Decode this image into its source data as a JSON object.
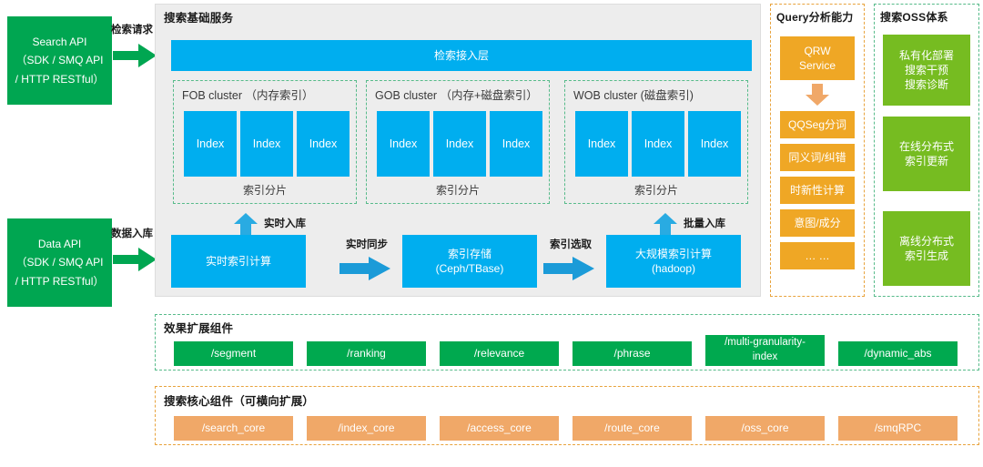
{
  "colors": {
    "green": "#00A651",
    "blue": "#00AEEF",
    "grass": "#76BC21",
    "orange": "#EFA725",
    "peach": "#F0A868",
    "emerald": "#00A94F",
    "panel_gray": "#EDEDED",
    "dashed_green": "#57BB8A",
    "dashed_orange": "#E8A33D"
  },
  "left_apis": [
    {
      "name": "search-api",
      "lines": [
        "Search API",
        "（SDK / SMQ API",
        "/ HTTP RESTful）"
      ]
    },
    {
      "name": "data-api",
      "lines": [
        "Data API",
        "（SDK / SMQ API",
        "/ HTTP RESTful）"
      ]
    }
  ],
  "entry_arrows": [
    {
      "name": "search-request",
      "label": "检索请求"
    },
    {
      "name": "data-ingest",
      "label": "数据入库"
    }
  ],
  "base_service": {
    "title": "搜索基础服务",
    "access_layer": "检索接入层",
    "clusters": [
      {
        "title": "FOB cluster （内存索引）",
        "shard_label": "索引分片",
        "indexes": [
          "Index",
          "Index",
          "Index"
        ]
      },
      {
        "title": "GOB cluster （内存+磁盘索引）",
        "shard_label": "索引分片",
        "indexes": [
          "Index",
          "Index",
          "Index"
        ]
      },
      {
        "title": "WOB cluster (磁盘索引)",
        "shard_label": "索引分片",
        "indexes": [
          "Index",
          "Index",
          "Index"
        ]
      }
    ],
    "ingest_arrows": [
      {
        "name": "realtime-ingest",
        "label": "实时入库"
      },
      {
        "name": "batch-ingest",
        "label": "批量入库"
      }
    ],
    "pipeline": [
      {
        "name": "realtime-index-compute",
        "lines": [
          "实时索引计算"
        ]
      },
      {
        "name": "index-storage",
        "lines": [
          "索引存储",
          "(Ceph/TBase)"
        ]
      },
      {
        "name": "large-scale-index-compute",
        "lines": [
          "大规模索引计算",
          "(hadoop)"
        ]
      }
    ],
    "pipeline_arrows": [
      {
        "name": "realtime-sync",
        "label": "实时同步"
      },
      {
        "name": "index-select",
        "label": "索引选取"
      }
    ]
  },
  "query_column": {
    "title": "Query分析能力",
    "head": {
      "name": "qrw-service",
      "lines": [
        "QRW",
        "Service"
      ]
    },
    "items": [
      {
        "name": "qqseg-tokenizer",
        "label": "QQSeg分词"
      },
      {
        "name": "synonym-correct",
        "label": "同义词/纠错"
      },
      {
        "name": "freshness-compute",
        "label": "时新性计算"
      },
      {
        "name": "intent-component",
        "label": "意图/成分"
      },
      {
        "name": "more-items",
        "label": "…  …"
      }
    ]
  },
  "oss_column": {
    "title": "搜索OSS体系",
    "items": [
      {
        "name": "private-deploy",
        "lines": [
          "私有化部署",
          "搜索干预",
          "搜索诊断"
        ]
      },
      {
        "name": "online-index-update",
        "lines": [
          "在线分布式",
          "索引更新"
        ]
      },
      {
        "name": "offline-index-build",
        "lines": [
          "离线分布式",
          "索引生成"
        ]
      }
    ]
  },
  "effect_components": {
    "title": "效果扩展组件",
    "items": [
      {
        "name": "segment",
        "lines": [
          "/segment"
        ]
      },
      {
        "name": "ranking",
        "lines": [
          "/ranking"
        ]
      },
      {
        "name": "relevance",
        "lines": [
          "/relevance"
        ]
      },
      {
        "name": "phrase",
        "lines": [
          "/phrase"
        ]
      },
      {
        "name": "multi-granularity-index",
        "lines": [
          "/multi-granularity-",
          "index"
        ]
      },
      {
        "name": "dynamic-abs",
        "lines": [
          "/dynamic_abs"
        ]
      }
    ]
  },
  "core_components": {
    "title": "搜索核心组件（可横向扩展）",
    "items": [
      {
        "name": "search-core",
        "lines": [
          "/search_core"
        ]
      },
      {
        "name": "index-core",
        "lines": [
          "/index_core"
        ]
      },
      {
        "name": "access-core",
        "lines": [
          "/access_core"
        ]
      },
      {
        "name": "route-core",
        "lines": [
          "/route_core"
        ]
      },
      {
        "name": "oss-core",
        "lines": [
          "/oss_core"
        ]
      },
      {
        "name": "smq-rpc",
        "lines": [
          "/smqRPC"
        ]
      }
    ]
  }
}
